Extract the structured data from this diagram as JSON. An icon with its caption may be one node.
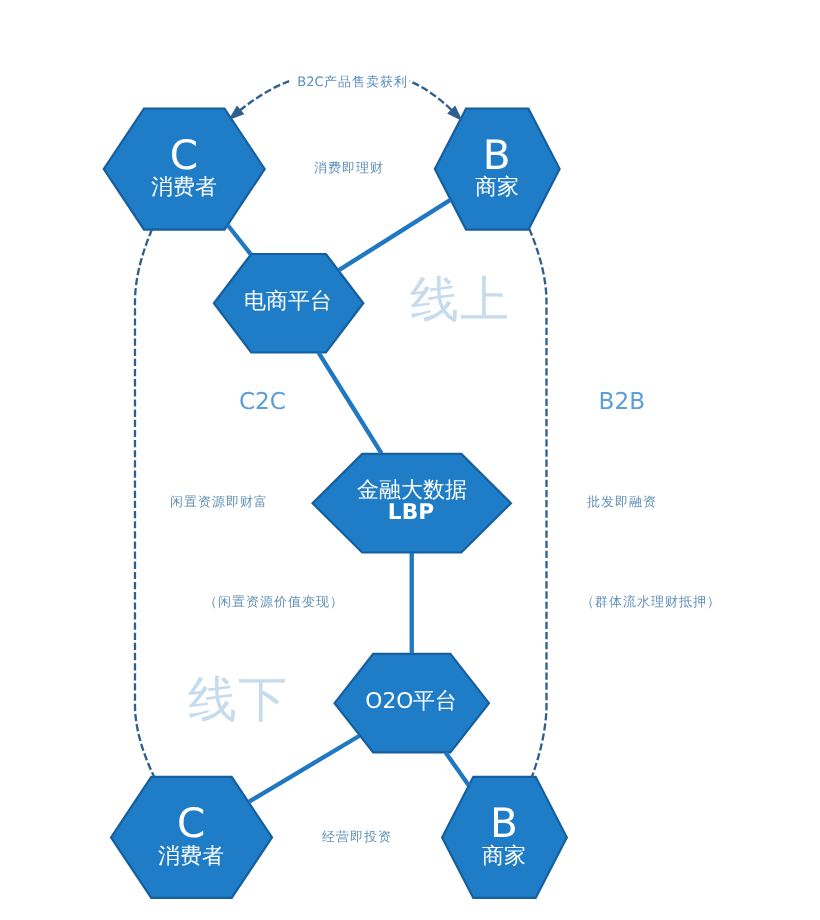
{
  "diagram": {
    "nodes": [
      {
        "text": [
          "C",
          "消费者"
        ]
      },
      {
        "text": [
          "B",
          "商家"
        ]
      },
      {
        "text": [
          "电商平台"
        ]
      },
      {
        "text": [
          "金融大数据",
          "LBP"
        ]
      },
      {
        "text": [
          "O2O平台"
        ]
      },
      {
        "text": [
          "C",
          "消费者"
        ]
      },
      {
        "text": [
          "B",
          "商家"
        ]
      }
    ],
    "edges": [
      {
        "from": 0,
        "to": 1,
        "arrow": "both",
        "label": "B2C产品售卖获利",
        "style": "dashed",
        "color": "#2f5f8f"
      },
      {
        "from": 0,
        "to": 2,
        "arrow": "none"
      },
      {
        "from": 1,
        "to": 2,
        "arrow": "none"
      },
      {
        "from": 2,
        "to": 3,
        "arrow": "none"
      },
      {
        "from": 0,
        "to": 5,
        "arrow": "none",
        "style": "dashed",
        "color": "#2f5f8f"
      },
      {
        "from": 1,
        "to": 6,
        "arrow": "none",
        "style": "dashed",
        "color": "#2f5f8f"
      },
      {
        "from": 3,
        "to": 4,
        "arrow": "none"
      },
      {
        "from": 4,
        "to": 5,
        "arrow": "none"
      },
      {
        "from": 4,
        "to": 6,
        "arrow": "none"
      }
    ],
    "labels": [
      "消费即理财",
      "线上",
      "C2C",
      "闲置资源即财富",
      "（闲置资源价值变现）",
      "B2B",
      "批发即融资",
      "（群体流水理财抵押）",
      "线下",
      "经营即投资"
    ]
  }
}
